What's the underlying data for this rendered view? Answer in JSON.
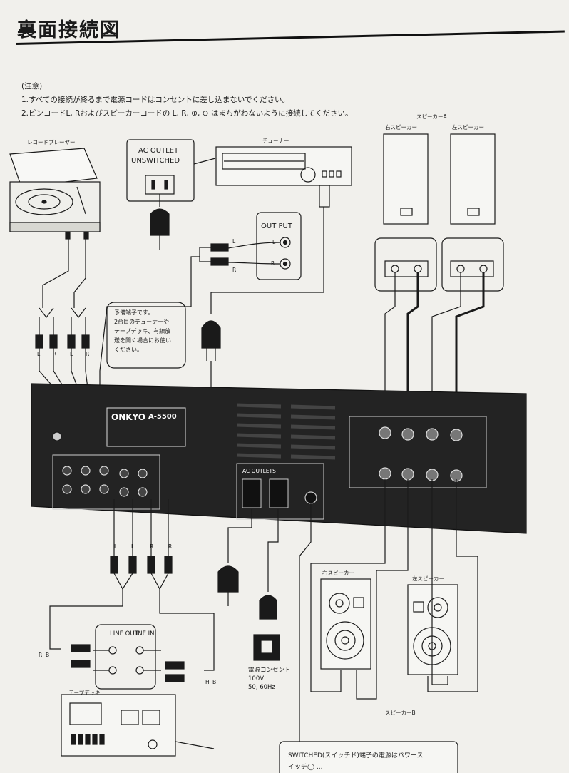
{
  "title": "裏面接続図",
  "notes": {
    "heading": "(注意)",
    "items": [
      "1.すべての接続が終るまで電源コードはコンセントに差し込まないでください。",
      "2.ピンコードL, Rおよびスピーカーコードの L, R, ⊕, ⊖ はまちがわないように接続してください。"
    ]
  },
  "components": {
    "record_player": "レコードプレーヤー",
    "tuner": "チューナー",
    "ac_outlet": [
      "AC OUTLET",
      "UNSWITCHED"
    ],
    "output": "OUT PUT",
    "speaker_a": "スピーカーA",
    "right_speaker": "右スピーカー",
    "left_speaker": "左スピーカー",
    "speaker_b": "スピーカーB",
    "tape_deck": "テープデッキ",
    "line_out": "LINE OUT",
    "line_in": "LINE IN",
    "amp_brand": "ONKYO",
    "amp_model": "A-5500",
    "ac_outlets": "AC OUTLETS",
    "power_outlet": [
      "電源コンセント",
      "100V",
      "50, 60Hz"
    ]
  },
  "spare_note": [
    "予備端子です。",
    "2台目のチューナーや",
    "テープデッキ、有線放",
    "送を聞く場合にお使い",
    "ください。"
  ],
  "channel_labels": {
    "l": "L",
    "r": "R",
    "h": "H",
    "b": "B"
  },
  "footer_note": [
    "SWITCHED(スイッチド)端子の電源はパワース",
    "イッチ◯ ..."
  ],
  "colors": {
    "paper": "#f1f0ec",
    "ink": "#1a1a1a",
    "amp_panel": "#222222"
  }
}
